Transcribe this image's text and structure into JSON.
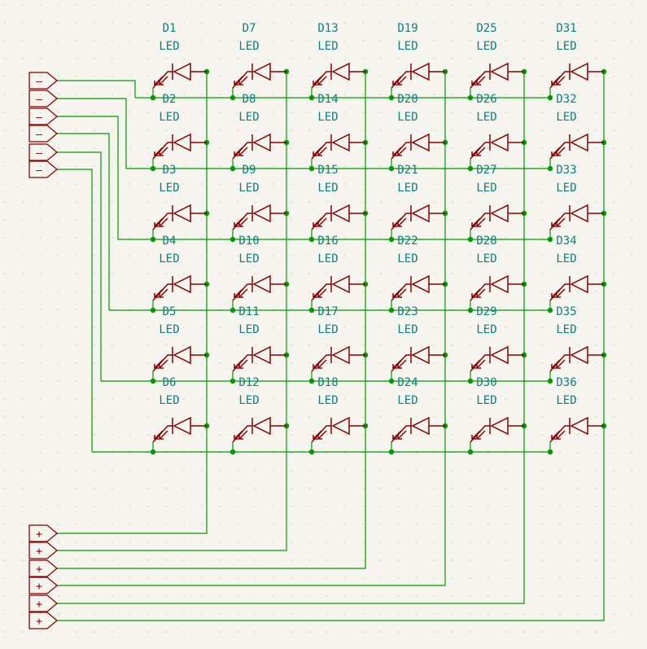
{
  "schematic": {
    "led_value": "LED",
    "columns": [
      {
        "refs": [
          "D1",
          "D2",
          "D3",
          "D4",
          "D5",
          "D6"
        ]
      },
      {
        "refs": [
          "D7",
          "D8",
          "D9",
          "D10",
          "D11",
          "D12"
        ]
      },
      {
        "refs": [
          "D13",
          "D14",
          "D15",
          "D16",
          "D17",
          "D18"
        ]
      },
      {
        "refs": [
          "D19",
          "D20",
          "D21",
          "D22",
          "D23",
          "D24"
        ]
      },
      {
        "refs": [
          "D25",
          "D26",
          "D27",
          "D28",
          "D29",
          "D30"
        ]
      },
      {
        "refs": [
          "D31",
          "D32",
          "D33",
          "D34",
          "D35",
          "D36"
        ]
      }
    ],
    "cathode_connectors": [
      "–",
      "–",
      "–",
      "–",
      "–",
      "–"
    ],
    "anode_connectors": [
      "+",
      "+",
      "+",
      "+",
      "+",
      "+"
    ]
  },
  "colors": {
    "background": "#f5f4ef",
    "grid_dot": "#c8c8c0",
    "wire": "#009900",
    "symbol": "#8b0000",
    "label": "#0f8080"
  }
}
